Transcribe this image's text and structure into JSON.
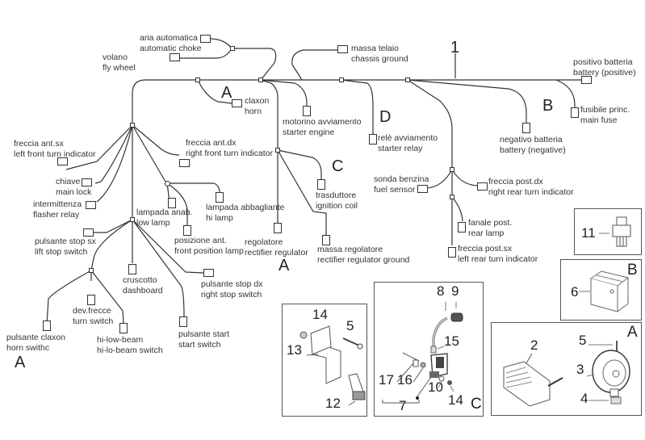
{
  "diagram": {
    "main_harness_ref": "1",
    "section_letters": {
      "horn_area": "A",
      "battery_area": "B",
      "ignition_area": "C",
      "relay_area": "D",
      "regulator_area": "A",
      "bottom_left": "A"
    },
    "connectors": [
      {
        "id": "choke",
        "it": "aria automatica",
        "en": "automatic choke"
      },
      {
        "id": "flywheel",
        "it": "volano",
        "en": "fly wheel"
      },
      {
        "id": "chassis_ground",
        "it": "massa telaio",
        "en": "chassis ground"
      },
      {
        "id": "battery_pos",
        "it": "positivo batteria",
        "en": "battery (positive)"
      },
      {
        "id": "main_fuse",
        "it": "fusibile princ.",
        "en": "main fuse"
      },
      {
        "id": "battery_neg",
        "it": "negativo batteria",
        "en": "battery (negative)"
      },
      {
        "id": "horn",
        "it": "claxon",
        "en": "horn"
      },
      {
        "id": "starter_engine",
        "it": "motorino avviamento",
        "en": "starter engine"
      },
      {
        "id": "starter_relay",
        "it": "relè avviamento",
        "en": "starter relay"
      },
      {
        "id": "left_front_turn",
        "it": "freccia ant.sx",
        "en": "left front turn indicator"
      },
      {
        "id": "right_front_turn",
        "it": "freccia ant.dx",
        "en": "right front turn indicator"
      },
      {
        "id": "main_lock",
        "it": "chiave",
        "en": "main lock"
      },
      {
        "id": "flasher_relay",
        "it": "intermittenza",
        "en": "flasher relay"
      },
      {
        "id": "low_lamp",
        "it": "lampada anab.",
        "en": "low lamp"
      },
      {
        "id": "hi_lamp",
        "it": "lampada abbagliante",
        "en": "hi lamp"
      },
      {
        "id": "front_position_lamp",
        "it": "posizione ant.",
        "en": "front position lamp"
      },
      {
        "id": "ignition_coil",
        "it": "trasduttore",
        "en": "ignition coil"
      },
      {
        "id": "rectifier_regulator",
        "it": "regolatore",
        "en": "rectifier regulator"
      },
      {
        "id": "regulator_ground",
        "it": "massa regolatore",
        "en": "rectifier regulator ground"
      },
      {
        "id": "fuel_sensor",
        "it": "sonda benzina",
        "en": "fuel sensor"
      },
      {
        "id": "right_rear_turn",
        "it": "freccia post.dx",
        "en": "right rear turn indicator"
      },
      {
        "id": "rear_lamp",
        "it": "fanale post.",
        "en": "rear lamp"
      },
      {
        "id": "left_rear_turn",
        "it": "freccia post.sx",
        "en": "left rear turn indicator"
      },
      {
        "id": "left_stop_switch",
        "it": "pulsante stop sx",
        "en": "lift stop switch"
      },
      {
        "id": "dashboard",
        "it": "cruscotto",
        "en": "dashboard"
      },
      {
        "id": "right_stop_switch",
        "it": "pulsante stop dx",
        "en": "right stop switch"
      },
      {
        "id": "turn_switch",
        "it": "dev.frecce",
        "en": "turn switch"
      },
      {
        "id": "hi_lo_beam_switch",
        "it": "hi-low-beam",
        "en": "hi-lo-beam switch"
      },
      {
        "id": "horn_switch",
        "it": "pulsante claxon",
        "en": "horn swithc"
      },
      {
        "id": "start_switch",
        "it": "pulsante start",
        "en": "start switch"
      }
    ],
    "inset_panels": {
      "relay_panel": {
        "parts": [
          "11"
        ]
      },
      "battery_panel": {
        "letter": "B",
        "parts": [
          "6"
        ]
      },
      "regulator_horn_panel": {
        "letter": "A",
        "parts": [
          "2",
          "5",
          "3",
          "4"
        ]
      },
      "bracket_panel": {
        "parts": [
          "14",
          "5",
          "13",
          "12"
        ]
      },
      "coil_panel": {
        "letter": "C",
        "parts": [
          "8",
          "9",
          "15",
          "17",
          "16",
          "7",
          "10",
          "14"
        ]
      }
    }
  }
}
